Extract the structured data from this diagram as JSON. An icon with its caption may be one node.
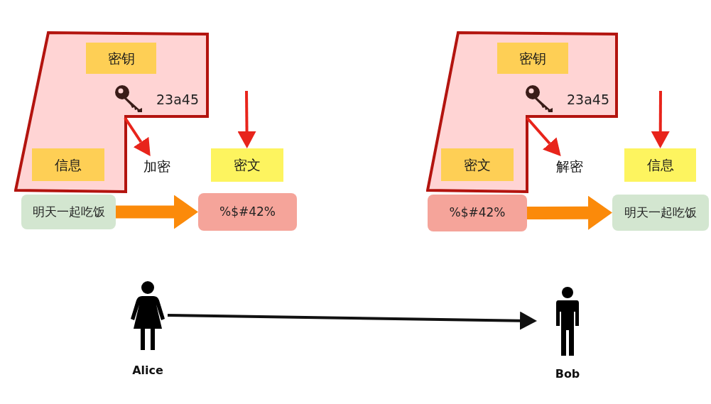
{
  "diagram": {
    "nodes": [
      {
        "text": [
          "23a45"
        ]
      },
      {
        "text": [
          "密钥"
        ],
        "in": 0
      },
      {
        "text": [
          "信息"
        ],
        "in": 0
      },
      {
        "text": [
          "加密"
        ]
      },
      {
        "text": [
          "密文"
        ]
      },
      {
        "text": [
          "明天一起吃饭"
        ]
      },
      {
        "text": [
          "%$#42%"
        ]
      },
      {
        "text": [
          "23a45"
        ]
      },
      {
        "text": [
          "密钥"
        ],
        "in": 7
      },
      {
        "text": [
          "密文"
        ],
        "in": 7
      },
      {
        "text": [
          "解密"
        ]
      },
      {
        "text": [
          "信息"
        ]
      },
      {
        "text": [
          "%$#42%"
        ]
      },
      {
        "text": [
          "明天一起吃饭"
        ]
      },
      {
        "text": [],
        "shape": "person",
        "beside": [
          "Alice"
        ]
      },
      {
        "text": [],
        "shape": "person",
        "beside": [
          "Bob"
        ]
      }
    ],
    "edges": [
      {
        "from": 0,
        "to": 3,
        "arrow": "to",
        "color": "#e8241b"
      },
      {
        "from": null,
        "to": 4,
        "arrow": "to",
        "color": "#e8241b"
      },
      {
        "from": 5,
        "to": 6,
        "arrow": "to",
        "style": "thick",
        "color": "#fb8a0a"
      },
      {
        "from": 7,
        "to": 10,
        "arrow": "to",
        "color": "#e8241b"
      },
      {
        "from": null,
        "to": 11,
        "arrow": "to",
        "color": "#e8241b"
      },
      {
        "from": 12,
        "to": 13,
        "arrow": "to",
        "style": "thick",
        "color": "#fb8a0a"
      },
      {
        "from": 14,
        "to": 15,
        "arrow": "to",
        "color": "#111111"
      }
    ]
  }
}
